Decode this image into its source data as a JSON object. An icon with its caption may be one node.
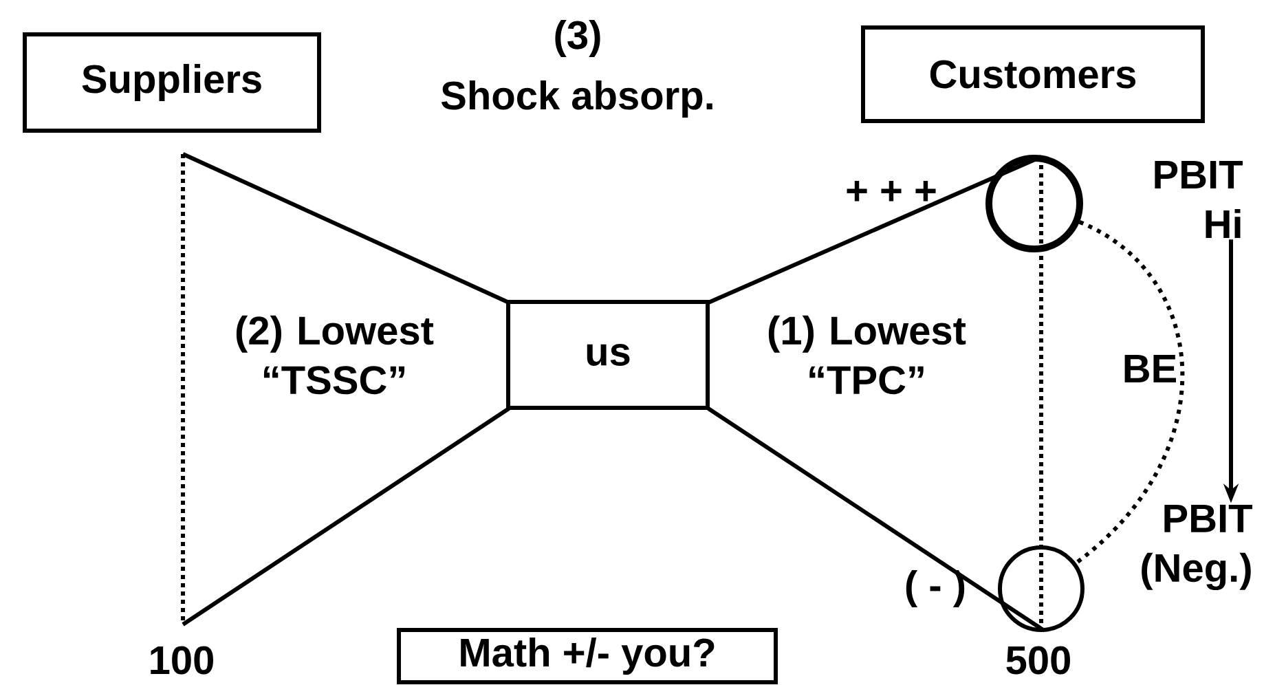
{
  "diagram": {
    "nodes": [
      {
        "text": [
          "Suppliers"
        ]
      },
      {
        "text": [
          "Customers"
        ]
      },
      {
        "text": [
          "us"
        ]
      },
      {
        "text": [
          "Math +/- you?"
        ]
      },
      {
        "text": [],
        "shape": "circle"
      },
      {
        "text": [],
        "shape": "circle"
      },
      {
        "text": [
          "PBIT Hi"
        ]
      },
      {
        "text": [
          "PBIT (Neg.)"
        ]
      }
    ],
    "edges": [
      {
        "from": 4,
        "to": 5,
        "arrow": "none",
        "label": "BE",
        "style": "dashed"
      },
      {
        "from": 6,
        "to": 7,
        "arrow": "to"
      }
    ],
    "labels": [
      "(3)",
      "Shock absorp.",
      "+ + +",
      "(2) Lowest “TSSC”",
      "(1) Lowest “TPC”",
      "( - )",
      "100",
      "500"
    ]
  }
}
